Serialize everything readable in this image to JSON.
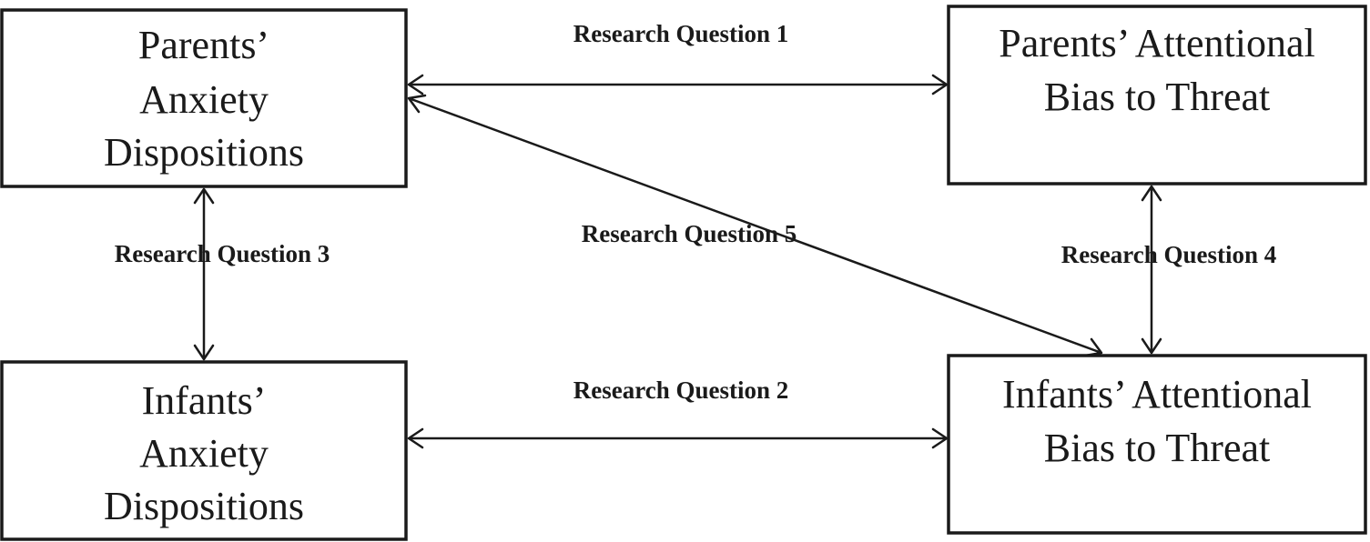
{
  "boxes": {
    "parents_anxiety": {
      "lines": [
        "Parents’",
        "Anxiety",
        "Dispositions"
      ]
    },
    "parents_bias": {
      "lines": [
        "Parents’ Attentional",
        "Bias to Threat"
      ]
    },
    "infants_anxiety": {
      "lines": [
        "Infants’",
        "Anxiety",
        "Dispositions"
      ]
    },
    "infants_bias": {
      "lines": [
        "Infants’ Attentional",
        "Bias to Threat"
      ]
    }
  },
  "labels": {
    "rq1": "Research Question 1",
    "rq2": "Research Question 2",
    "rq3": "Research Question 3",
    "rq4": "Research Question 4",
    "rq5": "Research Question 5"
  },
  "colors": {
    "ink": "#1a1a1a",
    "background": "#ffffff"
  }
}
